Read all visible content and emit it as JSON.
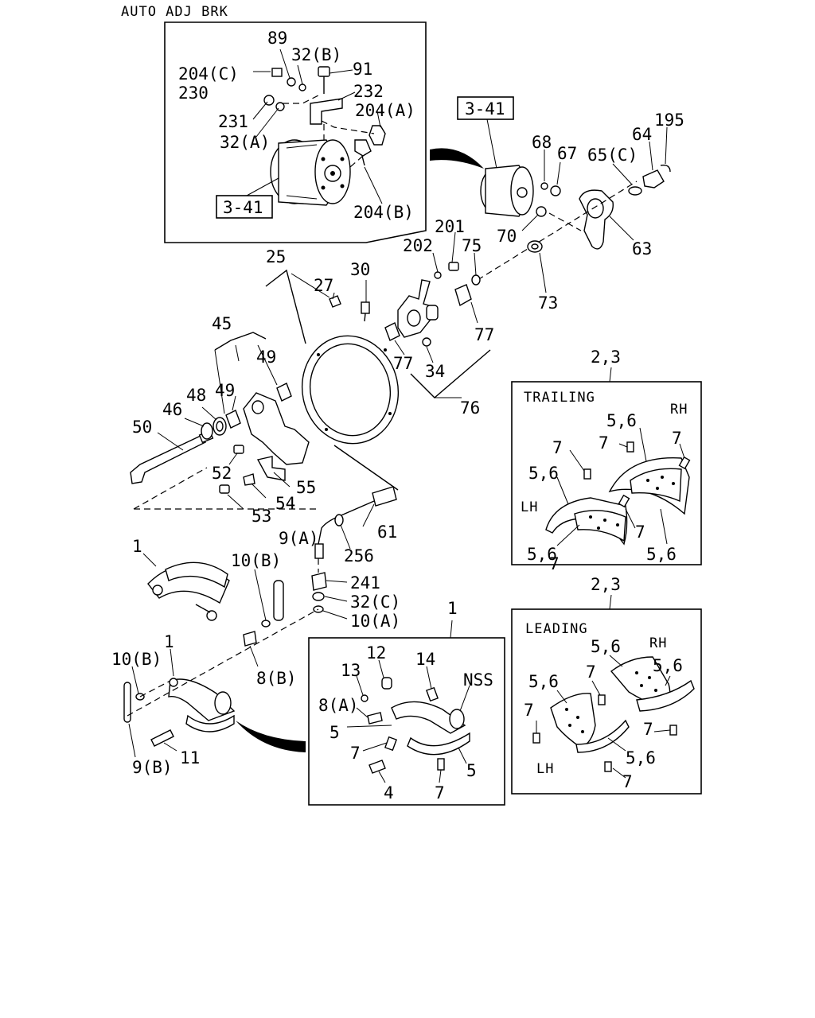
{
  "header": "AUTO ADJ BRK",
  "inset_top": {
    "callouts": [
      "89",
      "32(B)",
      "91",
      "204(C)",
      "230",
      "232",
      "204(A)",
      "231",
      "32(A)",
      "3-41",
      "204(B)"
    ]
  },
  "main": {
    "ref_box": "3-41",
    "callouts": [
      "68",
      "67",
      "65(C)",
      "64",
      "195",
      "70",
      "63",
      "73",
      "201",
      "202",
      "75",
      "25",
      "27",
      "30",
      "77",
      "77",
      "34",
      "76",
      "45",
      "49",
      "49",
      "48",
      "46",
      "50",
      "52",
      "55",
      "54",
      "53",
      "9(A)",
      "61",
      "256",
      "241",
      "32(C)",
      "10(A)",
      "1",
      "10(B)",
      "1",
      "10(B)",
      "8(B)",
      "11",
      "9(B)"
    ]
  },
  "trailing_box": {
    "group_ref": "2,3",
    "title": "TRAILING",
    "rh": "RH",
    "lh": "LH",
    "callouts": [
      "5,6",
      "7",
      "7",
      "7",
      "5,6",
      "7",
      "7",
      "5,6",
      "5,6"
    ]
  },
  "leading_box": {
    "group_ref": "2,3",
    "title": "LEADING",
    "rh": "RH",
    "lh": "LH",
    "callouts": [
      "5,6",
      "5,6",
      "7",
      "5,6",
      "7",
      "7",
      "7",
      "5,6",
      "7"
    ]
  },
  "nss_box": {
    "group_ref": "1",
    "title": "NSS",
    "callouts": [
      "12",
      "14",
      "13",
      "8(A)",
      "5",
      "7",
      "4",
      "7",
      "5"
    ]
  }
}
